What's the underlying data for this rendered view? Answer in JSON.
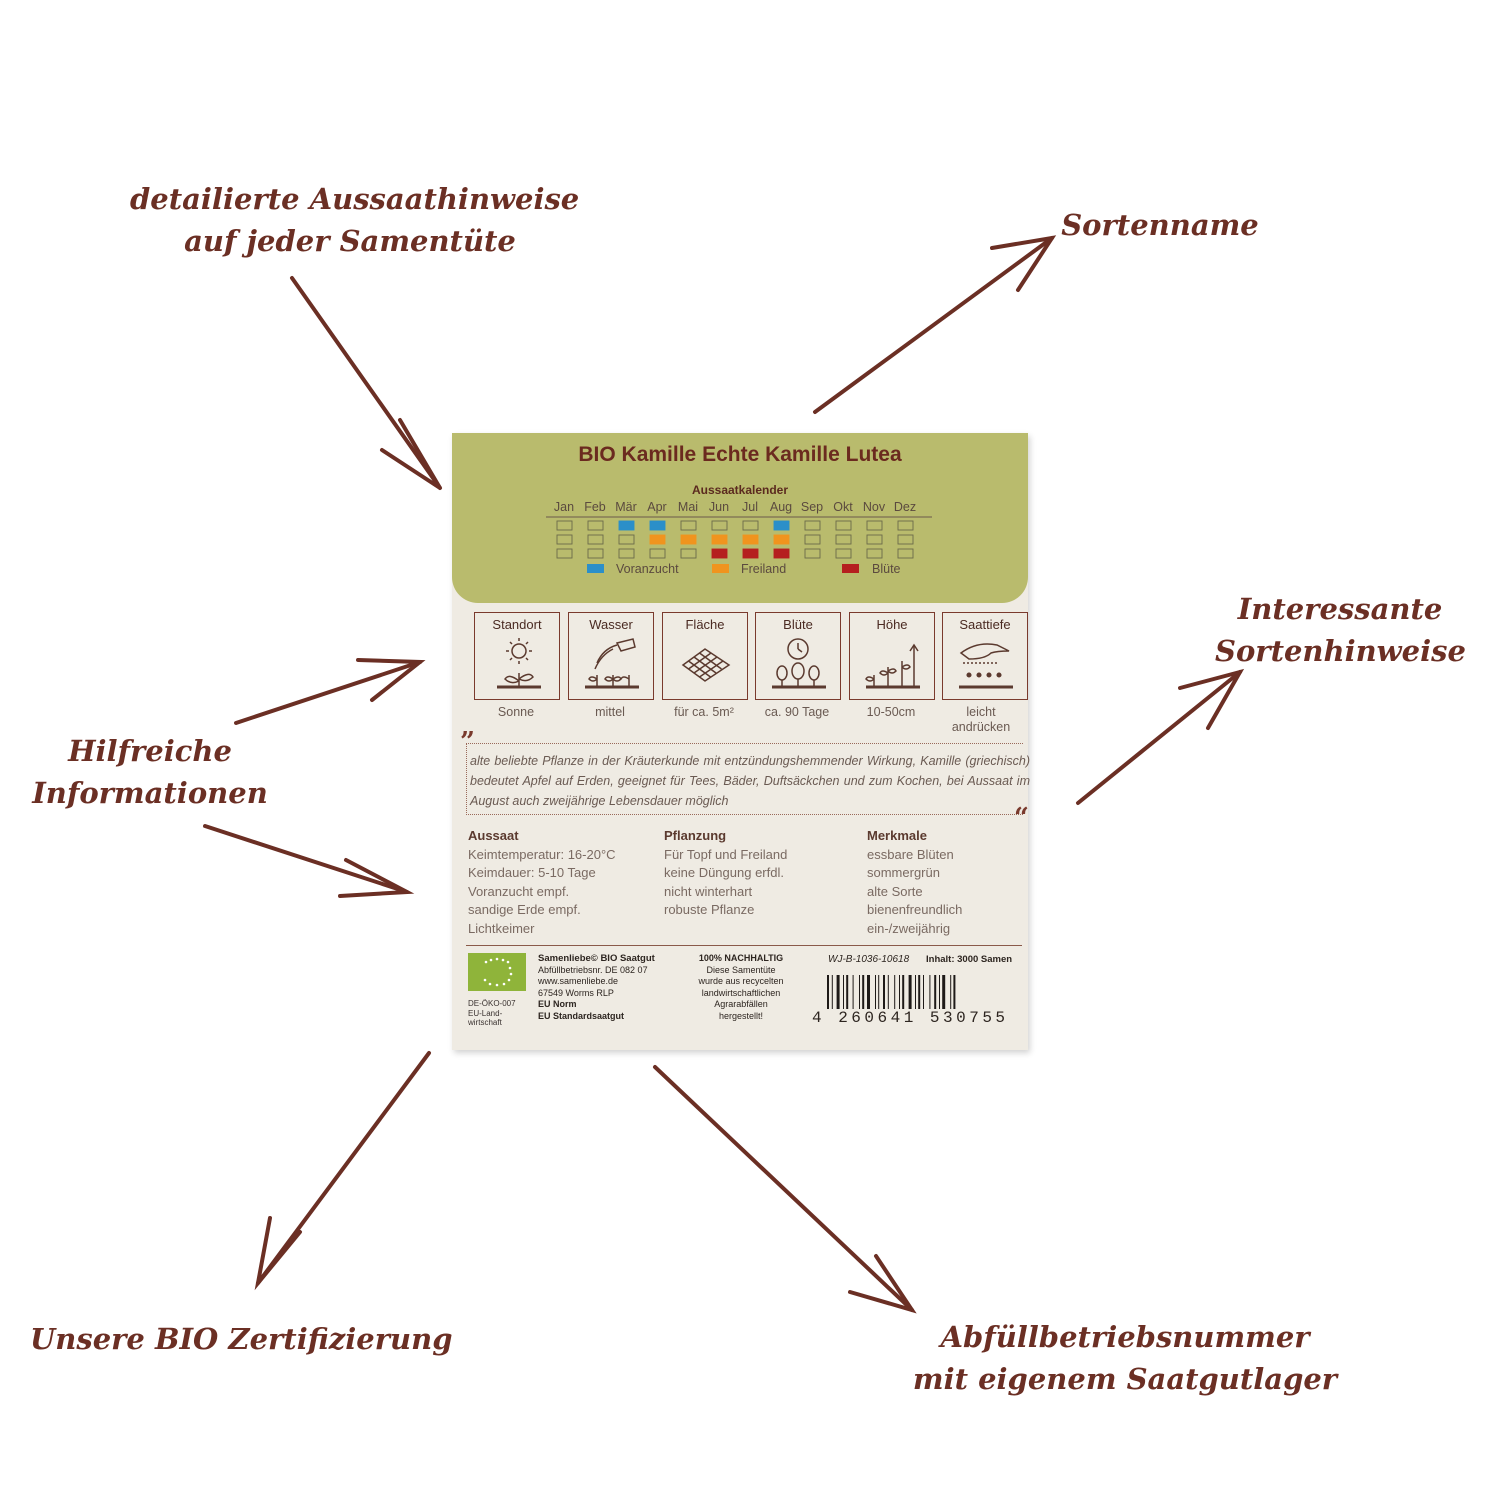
{
  "callouts": {
    "hints": [
      "detailierte Aussaathinweise",
      "auf jeder Samentüte"
    ],
    "variety_name": "Sortenname",
    "interesting": [
      "Interessante",
      "Sortenhinweise"
    ],
    "helpful": [
      "Hilfreiche",
      "Informationen"
    ],
    "bio_cert": "Unsere BIO Zertifizierung",
    "filling": [
      "Abfüllbetriebsnummer",
      "mit eigenem Saatgutlager"
    ]
  },
  "packet": {
    "title": "BIO Kamille Echte Kamille Lutea",
    "calendar": {
      "title": "Aussaatkalender",
      "months": [
        "Jan",
        "Feb",
        "Mär",
        "Apr",
        "Mai",
        "Jun",
        "Jul",
        "Aug",
        "Sep",
        "Okt",
        "Nov",
        "Dez"
      ],
      "rows": {
        "voranzucht": [
          0,
          0,
          1,
          1,
          0,
          0,
          0,
          1,
          0,
          0,
          0,
          0
        ],
        "freiland": [
          0,
          0,
          0,
          1,
          1,
          1,
          1,
          1,
          0,
          0,
          0,
          0
        ],
        "bluete": [
          0,
          0,
          0,
          0,
          0,
          1,
          1,
          1,
          0,
          0,
          0,
          0
        ]
      },
      "legend": {
        "voranzucht": "Voranzucht",
        "freiland": "Freiland",
        "bluete": "Blüte"
      },
      "colors": {
        "voranzucht": "#2b8fc9",
        "freiland": "#f0941e",
        "bluete": "#b51f1f",
        "empty": "#d4d1a0"
      }
    },
    "icons": [
      {
        "label": "Standort",
        "value": "Sonne",
        "icon": "sun-plant-icon"
      },
      {
        "label": "Wasser",
        "value": "mittel",
        "icon": "watering-can-icon"
      },
      {
        "label": "Fläche",
        "value": "für ca. 5m²",
        "icon": "grid-area-icon"
      },
      {
        "label": "Blüte",
        "value": "ca. 90 Tage",
        "icon": "clock-plant-icon"
      },
      {
        "label": "Höhe",
        "value": "10-50cm",
        "icon": "height-arrow-icon"
      },
      {
        "label": "Saattiefe",
        "value": "leicht andrücken",
        "icon": "hand-seed-icon"
      }
    ],
    "quote": "alte beliebte Pflanze in der Kräuterkunde mit entzündungshemmender Wirkung, Kamille (griechisch) bedeutet Apfel auf Erden, geeignet für Tees, Bäder, Duftsäckchen und zum Kochen, bei Aussaat im August auch zweijährige Lebensdauer möglich",
    "aussaat": {
      "title": "Aussaat",
      "items": [
        "Keimtemperatur: 16-20°C",
        "Keimdauer: 5-10 Tage",
        "Voranzucht empf.",
        "sandige Erde empf.",
        "Lichtkeimer"
      ]
    },
    "pflanzung": {
      "title": "Pflanzung",
      "items": [
        "Für Topf und Freiland",
        "keine Düngung erfdl.",
        "nicht winterhart",
        "robuste Pflanze"
      ]
    },
    "merkmale": {
      "title": "Merkmale",
      "items": [
        "essbare Blüten",
        "sommergrün",
        "alte Sorte",
        "bienenfreundlich",
        "ein-/zweijährig"
      ]
    },
    "footer": {
      "eu_code": [
        "DE-ÖKO-007",
        "EU-Land-",
        "wirtschaft"
      ],
      "brand": "Samenliebe© BIO Saatgut",
      "address": [
        "Abfüllbetriebsnr. DE 082 07",
        "www.samenliebe.de",
        "67549 Worms RLP"
      ],
      "norm": [
        "EU Norm",
        "EU Standardsaatgut"
      ],
      "sustainable_title": "100% NACHHALTIG",
      "sustainable_text": [
        "Diese Samentüte",
        "wurde aus recycelten",
        "landwirtschaftlichen",
        "Agrarabfällen",
        "hergestellt!"
      ],
      "lot": "WJ-B-1036-10618",
      "content": "Inhalt: 3000 Samen",
      "barcode_number": "4 260641 530755"
    }
  }
}
